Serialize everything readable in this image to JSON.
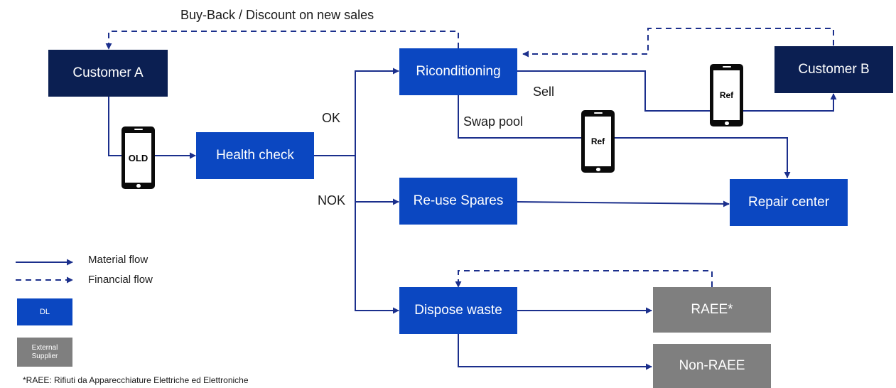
{
  "nodes": {
    "customer_a": "Customer A",
    "customer_b": "Customer B",
    "health_check": "Health check",
    "riconditioning": "Riconditioning",
    "reuse_spares": "Re-use Spares",
    "dispose_waste": "Dispose waste",
    "repair_center": "Repair center",
    "raee": "RAEE*",
    "non_raee": "Non-RAEE"
  },
  "edge_labels": {
    "buy_back": "Buy-Back / Discount on new sales",
    "ok": "OK",
    "nok": "NOK",
    "sell": "Sell",
    "swap_pool": "Swap pool"
  },
  "phones": {
    "old": "OLD",
    "ref_sell": "Ref",
    "ref_swap": "Ref"
  },
  "legend": {
    "material_flow": "Material flow",
    "financial_flow": "Financial flow",
    "dl": "DL",
    "external_supplier": "External Supplier"
  },
  "footnote": "*RAEE: Rifiuti da Apparecchiature Elettriche ed Elettroniche",
  "colors": {
    "dl_box": "#0b47c1",
    "customer_box": "#0b1f52",
    "external_box": "#7f7f7f",
    "flow_line": "#1b2f8c"
  }
}
